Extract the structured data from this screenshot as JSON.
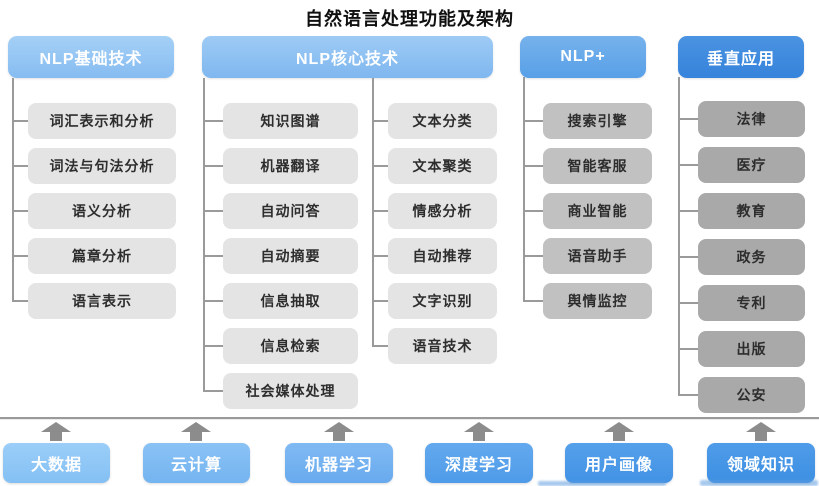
{
  "title": "自然语言处理功能及架构",
  "colors": {
    "line": "#9a9a9a",
    "arrow": "#8c8c8c",
    "g-light": "#e4e4e4",
    "g-mid": "#c1c1c1",
    "g-dark": "#a9a9a9"
  },
  "columns": [
    {
      "header": "NLP基础技术",
      "items": [
        "词汇表示和分析",
        "词法与句法分析",
        "语义分析",
        "篇章分析",
        "语言表示"
      ]
    },
    {
      "header": "NLP核心技术",
      "items_left": [
        "知识图谱",
        "机器翻译",
        "自动问答",
        "自动摘要",
        "信息抽取",
        "信息检索",
        "社会媒体处理"
      ],
      "items_right": [
        "文本分类",
        "文本聚类",
        "情感分析",
        "自动推荐",
        "文字识别",
        "语音技术"
      ]
    },
    {
      "header": "NLP+",
      "items": [
        "搜索引擎",
        "智能客服",
        "商业智能",
        "语音助手",
        "舆情监控"
      ]
    },
    {
      "header": "垂直应用",
      "items": [
        "法律",
        "医疗",
        "教育",
        "政务",
        "专利",
        "出版",
        "公安"
      ]
    }
  ],
  "foundation": {
    "items": [
      {
        "label": "大数据",
        "color": "linear-gradient(180deg,#9bcef8,#84c0f4)"
      },
      {
        "label": "云计算",
        "color": "linear-gradient(180deg,#8ac2f5,#74b4f0)"
      },
      {
        "label": "机器学习",
        "color": "linear-gradient(180deg,#80baf3,#68aaee)"
      },
      {
        "label": "深度学习",
        "color": "linear-gradient(180deg,#63a9ee,#4f9be9)"
      },
      {
        "label": "用户画像",
        "color": "linear-gradient(180deg,#55a0ea,#4292e5)"
      },
      {
        "label": "领域知识",
        "color": "linear-gradient(180deg,#4f9ce9,#3d8fe3)"
      }
    ]
  }
}
